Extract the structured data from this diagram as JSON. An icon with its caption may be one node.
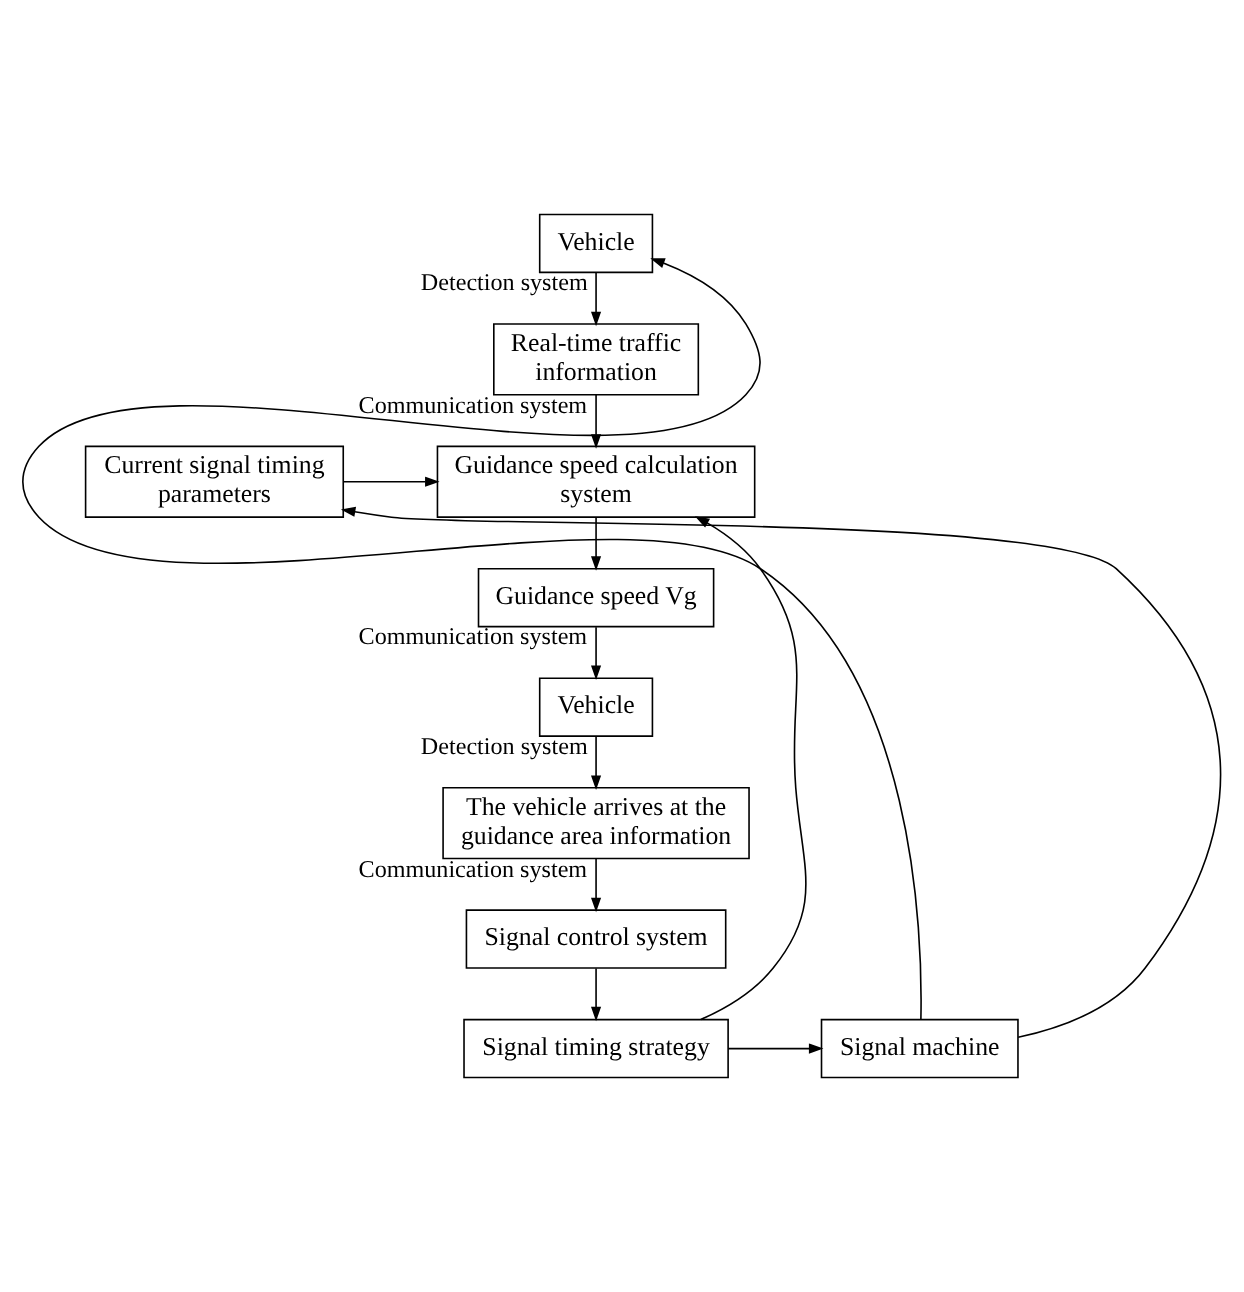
{
  "diagram": {
    "nodes": [
      {
        "text": [
          "Vehicle"
        ]
      },
      {
        "text": [
          "Real-time traffic information"
        ]
      },
      {
        "text": [
          "Guidance speed calculation system"
        ]
      },
      {
        "text": [
          "Current signal timing parameters"
        ]
      },
      {
        "text": [
          "Guidance speed Vg"
        ]
      },
      {
        "text": [
          "Vehicle"
        ]
      },
      {
        "text": [
          "The vehicle arrives at the guidance area information"
        ]
      },
      {
        "text": [
          "Signal control system"
        ]
      },
      {
        "text": [
          "Signal timing strategy"
        ]
      },
      {
        "text": [
          "Signal machine"
        ]
      }
    ],
    "edges": [
      {
        "from": 0,
        "to": 1,
        "arrow": "to",
        "label": "Detection system"
      },
      {
        "from": 1,
        "to": 2,
        "arrow": "to",
        "label": "Communication system"
      },
      {
        "from": 3,
        "to": 2,
        "arrow": "to"
      },
      {
        "from": 2,
        "to": 4,
        "arrow": "to"
      },
      {
        "from": 4,
        "to": 5,
        "arrow": "to",
        "label": "Communication system"
      },
      {
        "from": 5,
        "to": 6,
        "arrow": "to",
        "label": "Detection system"
      },
      {
        "from": 6,
        "to": 7,
        "arrow": "to",
        "label": "Communication system"
      },
      {
        "from": 7,
        "to": 8,
        "arrow": "to"
      },
      {
        "from": 8,
        "to": 9,
        "arrow": "to"
      },
      {
        "from": 9,
        "to": 0,
        "arrow": "to"
      },
      {
        "from": 9,
        "to": 3,
        "arrow": "to"
      },
      {
        "from": 8,
        "to": 2,
        "arrow": "to"
      }
    ]
  }
}
